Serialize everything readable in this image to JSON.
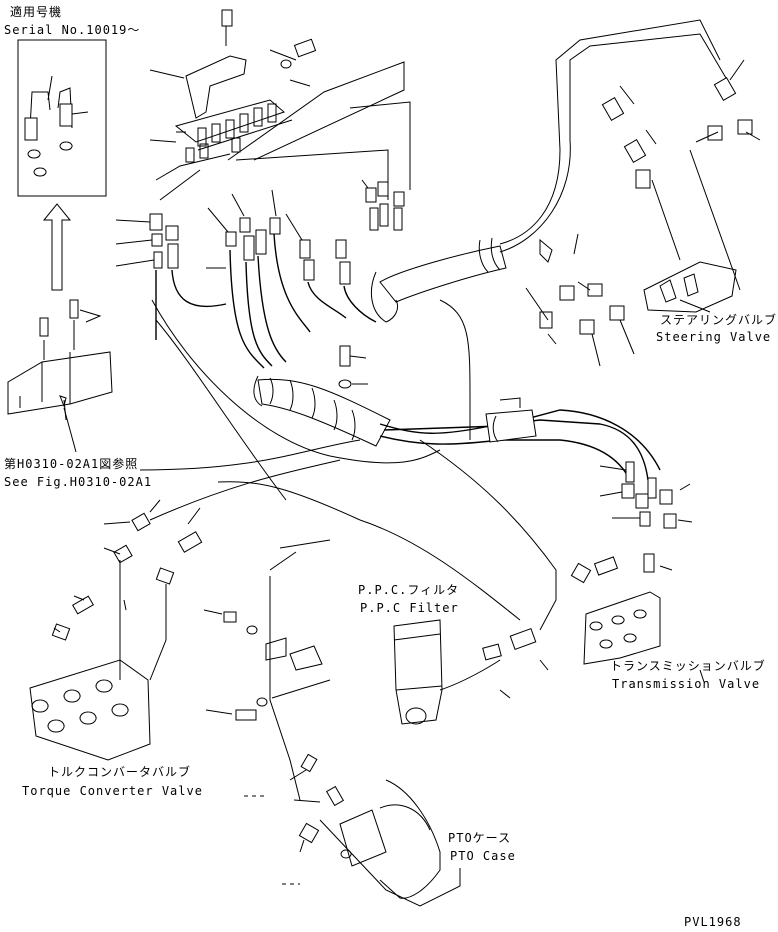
{
  "labels": {
    "applicable_serial_jp": "適用号機",
    "applicable_serial_en": "Serial No.10019～",
    "reference_jp": "第H0310-02A1図参照",
    "reference_en": "See Fig.H0310-02A1",
    "steering_valve_jp": "ステアリングバルブ",
    "steering_valve_en": "Steering Valve",
    "ppc_filter_jp": "P.P.C.フィルタ",
    "ppc_filter_en": "P.P.C Filter",
    "transmission_valve_jp": "トランスミッションバルブ",
    "transmission_valve_en": "Transmission Valve",
    "torque_converter_valve_jp": "トルクコンバータバルブ",
    "torque_converter_valve_en": "Torque Converter Valve",
    "pto_case_jp": "PTOケース",
    "pto_case_en": "PTO Case",
    "drawing_code": "PVL1968"
  }
}
